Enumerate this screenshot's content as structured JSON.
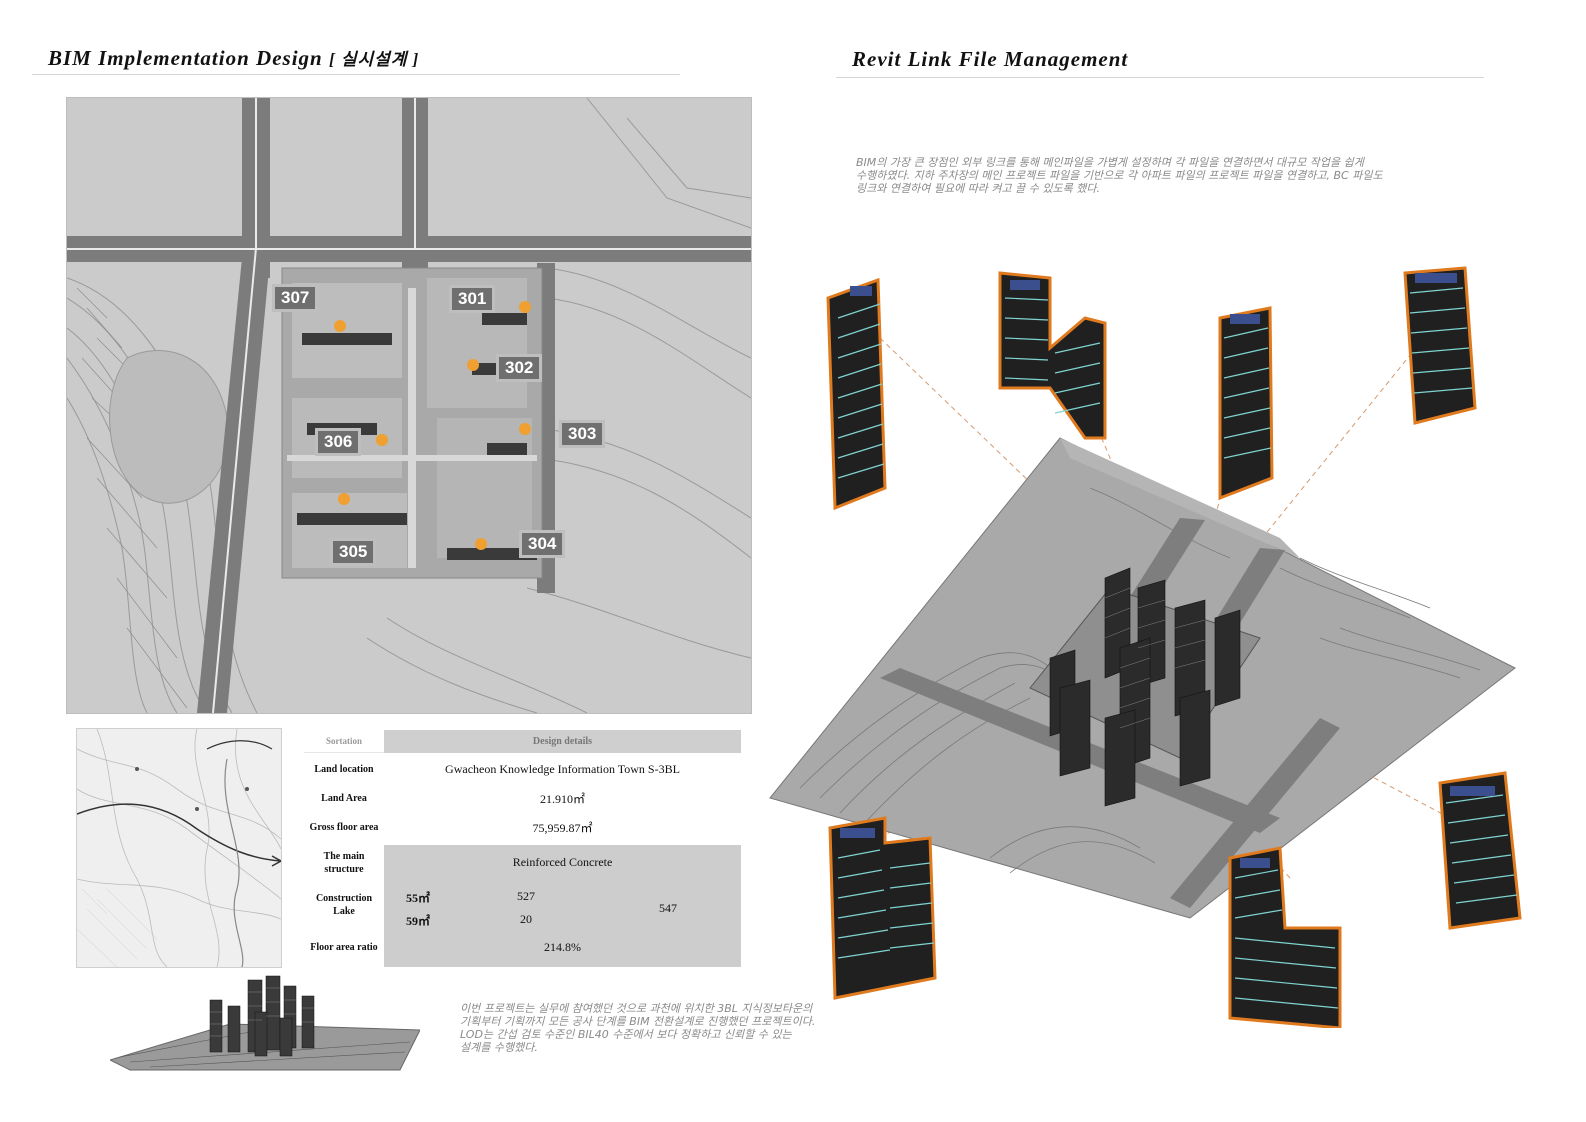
{
  "left_section": {
    "title": "BIM Implementation Design",
    "title_kr": "[ 실시설계 ]"
  },
  "right_section": {
    "title": "Revit Link File Management",
    "description_lines": [
      "BIM의 가장 큰 장점인 외부 링크를 통해 메인파일을 가볍게 설정하며 각 파일을 연결하면서 대규모 작업을 쉽게",
      "수행하였다. 지하 주차장의 메인 프로젝트 파일을 기반으로 각 아파트 파일의 프로젝트 파일을 연결하고, BC 파일도",
      "링크와 연결하여 필요에 따라 켜고 끌 수 있도록 했다."
    ]
  },
  "site_plan": {
    "buildings": [
      {
        "id": "307"
      },
      {
        "id": "301"
      },
      {
        "id": "302"
      },
      {
        "id": "303"
      },
      {
        "id": "306"
      },
      {
        "id": "305"
      },
      {
        "id": "304"
      }
    ],
    "marker_color": "#f0a030"
  },
  "design_table": {
    "header": {
      "sortation": "Sortation",
      "details": "Design details"
    },
    "land_location": {
      "label": "Land location",
      "value": "Gwacheon Knowledge Information Town S-3BL"
    },
    "land_area": {
      "label": "Land Area",
      "value": "21.910㎡"
    },
    "gross_floor_area": {
      "label": "Gross floor area",
      "value": "75,959.87㎡"
    },
    "main_structure": {
      "label": "The main structure",
      "value": "Reinforced Concrete"
    },
    "construction_lake": {
      "label": "Construction Lake",
      "rows": [
        {
          "type": "55㎡",
          "count": "527"
        },
        {
          "type": "59㎡",
          "count": "20"
        }
      ],
      "total": "547"
    },
    "floor_area_ratio": {
      "label": "Floor area ratio",
      "value": "214.8%"
    }
  },
  "bottom_note": {
    "lines": [
      "이번 프로젝트는 실무에 참여했던 것으로 과천에 위치한 3BL 지식정보타운의",
      "기획부터 기획까지 모든 공사 단계를 BIM 전환설계로 진행했던 프로젝트이다.",
      "LOD는 간섭 검토 수준인 BIL40 수준에서 보다 정확하고 신뢰할 수 있는",
      "설계를 수행했다."
    ]
  },
  "colors": {
    "highlight_orange": "#e07a1e",
    "facade_cyan": "#7fd3d0",
    "building_dark": "#2a2a2a"
  }
}
